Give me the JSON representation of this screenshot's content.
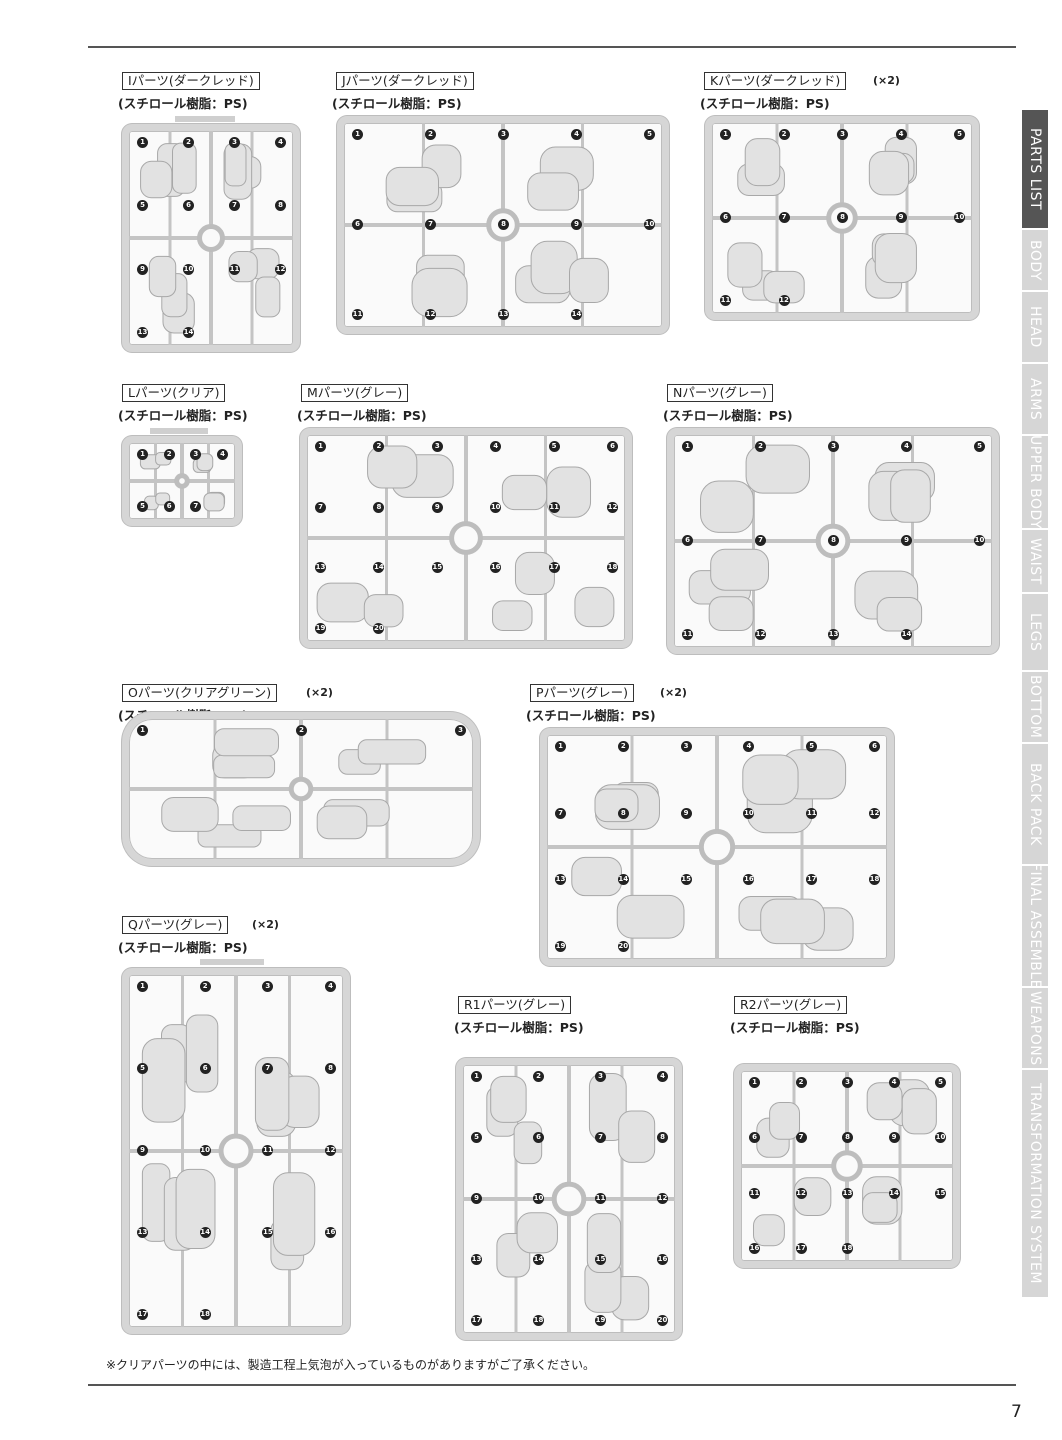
{
  "page_number": "7",
  "note": "※クリアパーツの中には、製造工程上気泡が入っているものがありますがご了承ください。",
  "side_nav": [
    {
      "label": "PARTS LIST",
      "active": true
    },
    {
      "label": "BODY",
      "active": false
    },
    {
      "label": "HEAD",
      "active": false
    },
    {
      "label": "ARMS",
      "active": false
    },
    {
      "label": "UPPER BODY",
      "active": false
    },
    {
      "label": "WAIST",
      "active": false
    },
    {
      "label": "LEGS",
      "active": false
    },
    {
      "label": "BOTTOM",
      "active": false
    },
    {
      "label": "BACK PACK",
      "active": false
    },
    {
      "label": "FINAL ASSEMBLE",
      "active": false
    },
    {
      "label": "WEAPONS",
      "active": false
    },
    {
      "label": "TRANSFORMATION SYSTEM",
      "active": false
    }
  ],
  "parts": {
    "I": {
      "title": "Iパーツ(ダークレッド)",
      "material": "(スチロール樹脂：PS)",
      "multiplier": "",
      "numbers": [
        "1",
        "2",
        "3",
        "4",
        "5",
        "6",
        "7",
        "8",
        "9",
        "10",
        "11",
        "12",
        "13",
        "14"
      ]
    },
    "J": {
      "title": "Jパーツ(ダークレッド)",
      "material": "(スチロール樹脂：PS)",
      "multiplier": "",
      "numbers": [
        "1",
        "2",
        "3",
        "4",
        "5",
        "6",
        "7",
        "8",
        "9",
        "10",
        "11",
        "12",
        "13",
        "14"
      ]
    },
    "K": {
      "title": "Kパーツ(ダークレッド)",
      "material": "(スチロール樹脂：PS)",
      "multiplier": "(×2)",
      "numbers": [
        "1",
        "2",
        "3",
        "4",
        "5",
        "6",
        "7",
        "8",
        "9",
        "10",
        "11",
        "12"
      ]
    },
    "L": {
      "title": "Lパーツ(クリア)",
      "material": "(スチロール樹脂：PS)",
      "multiplier": "",
      "numbers": [
        "1",
        "2",
        "3",
        "4",
        "5",
        "6",
        "7"
      ]
    },
    "M": {
      "title": "Mパーツ(グレー)",
      "material": "(スチロール樹脂：PS)",
      "multiplier": "",
      "numbers": [
        "1",
        "2",
        "3",
        "4",
        "5",
        "6",
        "7",
        "8",
        "9",
        "10",
        "11",
        "12",
        "13",
        "14",
        "15",
        "16",
        "17",
        "18",
        "19",
        "20"
      ]
    },
    "N": {
      "title": "Nパーツ(グレー)",
      "material": "(スチロール樹脂：PS)",
      "multiplier": "",
      "numbers": [
        "1",
        "2",
        "3",
        "4",
        "5",
        "6",
        "7",
        "8",
        "9",
        "10",
        "11",
        "12",
        "13",
        "14"
      ]
    },
    "O": {
      "title": "Oパーツ(クリアグリーン)",
      "material": "(スチロール樹脂：PS)",
      "multiplier": "(×2)",
      "numbers": [
        "1",
        "2",
        "3"
      ]
    },
    "P": {
      "title": "Pパーツ(グレー)",
      "material": "(スチロール樹脂：PS)",
      "multiplier": "(×2)",
      "numbers": [
        "1",
        "2",
        "3",
        "4",
        "5",
        "6",
        "7",
        "8",
        "9",
        "10",
        "11",
        "12",
        "13",
        "14",
        "15",
        "16",
        "17",
        "18",
        "19",
        "20"
      ]
    },
    "Q": {
      "title": "Qパーツ(グレー)",
      "material": "(スチロール樹脂：PS)",
      "multiplier": "(×2)",
      "numbers": [
        "1",
        "2",
        "3",
        "4",
        "5",
        "6",
        "7",
        "8",
        "9",
        "10",
        "11",
        "12",
        "13",
        "14",
        "15",
        "16",
        "17",
        "18"
      ]
    },
    "R1": {
      "title": "R1パーツ(グレー)",
      "material": "(スチロール樹脂：PS)",
      "multiplier": "",
      "numbers": [
        "1",
        "2",
        "3",
        "4",
        "5",
        "6",
        "7",
        "8",
        "9",
        "10",
        "11",
        "12",
        "13",
        "14",
        "15",
        "16",
        "17",
        "18",
        "19",
        "20"
      ]
    },
    "R2": {
      "title": "R2パーツ(グレー)",
      "material": "(スチロール樹脂：PS)",
      "multiplier": "",
      "numbers": [
        "1",
        "2",
        "3",
        "4",
        "5",
        "6",
        "7",
        "8",
        "9",
        "10",
        "11",
        "12",
        "13",
        "14",
        "15",
        "16",
        "17",
        "18"
      ]
    }
  }
}
